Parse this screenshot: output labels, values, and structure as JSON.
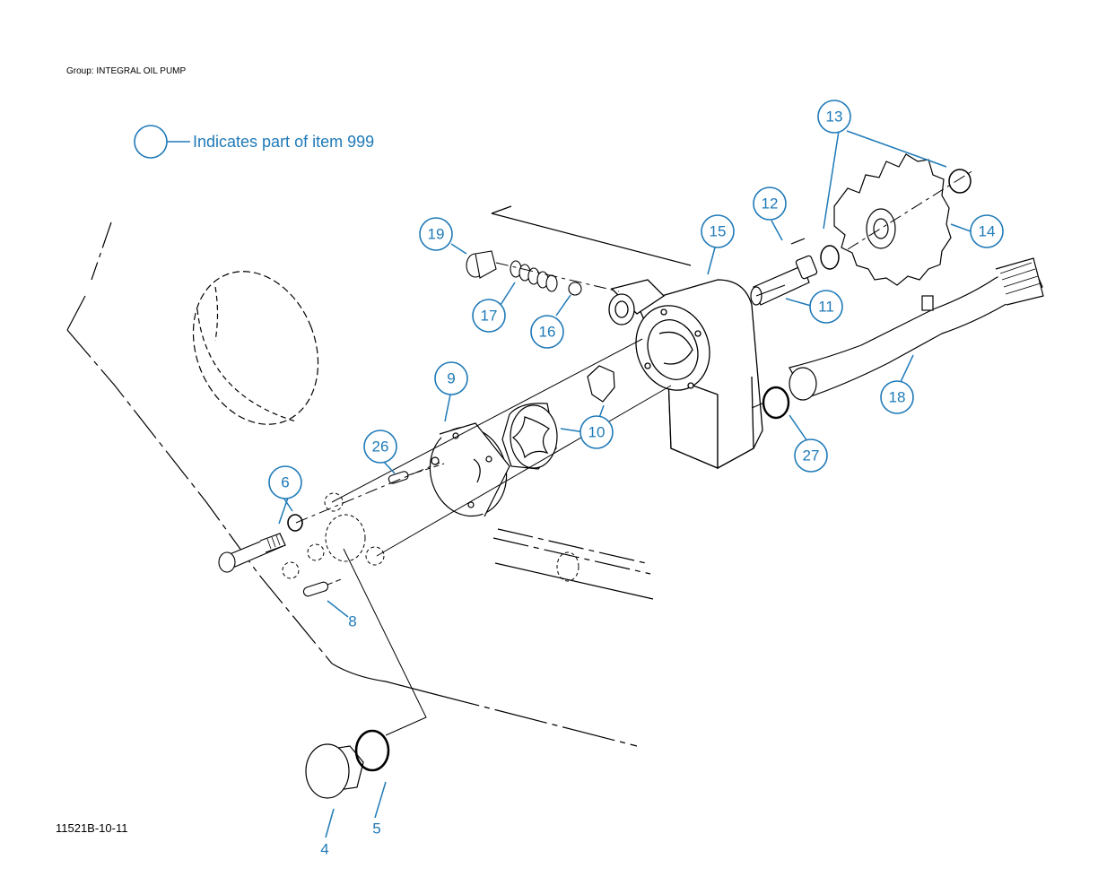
{
  "header": {
    "group_label": "Group: INTEGRAL OIL PUMP"
  },
  "legend": {
    "text": "Indicates part of item 999"
  },
  "figure": {
    "id": "11521B-10-11"
  },
  "callouts": {
    "c4": "4",
    "c5": "5",
    "c6": "6",
    "c8": "8",
    "c9": "9",
    "c10": "10",
    "c11": "11",
    "c12": "12",
    "c13": "13",
    "c14": "14",
    "c15": "15",
    "c16": "16",
    "c17": "17",
    "c18": "18",
    "c19": "19",
    "c26": "26",
    "c27": "27"
  },
  "colors": {
    "callout": "#1f7ab8",
    "line": "#000000"
  }
}
